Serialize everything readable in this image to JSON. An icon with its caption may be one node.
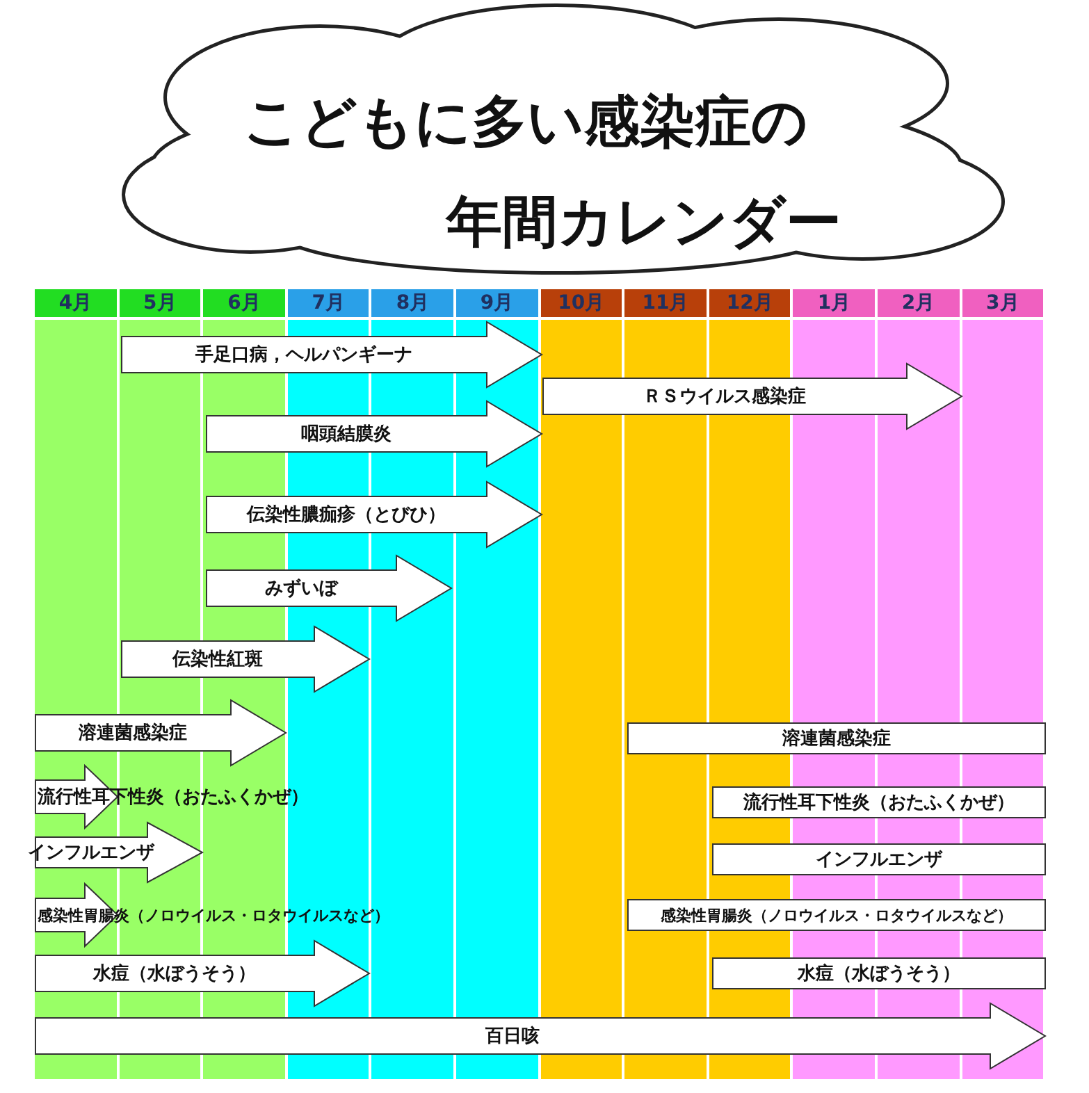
{
  "diagram": {
    "title": "こどもに多い感染症の年間カレンダー",
    "nodes": [
      {
        "text": [
          "手足口病，ヘルパンギーナ"
        ]
      },
      {
        "text": [
          "ＲＳウイルス感染症"
        ]
      },
      {
        "text": [
          "咽頭結膜炎"
        ]
      },
      {
        "text": [
          "伝染性膿痂疹（とびひ）"
        ]
      },
      {
        "text": [
          "みずいぼ"
        ]
      },
      {
        "text": [
          "伝染性紅斑"
        ]
      },
      {
        "text": [
          "溶連菌感染症"
        ]
      },
      {
        "text": [
          "溶連菌感染症"
        ]
      },
      {
        "text": [
          "流行性耳下性炎（おたふくかぜ）"
        ]
      },
      {
        "text": [
          "流行性耳下性炎（おたふくかぜ）"
        ]
      },
      {
        "text": [
          "インフルエンザ"
        ]
      },
      {
        "text": [
          "インフルエンザ"
        ]
      },
      {
        "text": [
          "感染性胃腸炎（ノロウイルス・ロタウイルスなど）"
        ]
      },
      {
        "text": [
          "感染性胃腸炎（ノロウイルス・ロタウイルスなど）"
        ]
      },
      {
        "text": [
          "水痘（水ぼうそう）"
        ]
      },
      {
        "text": [
          "水痘（水ぼうそう）"
        ]
      },
      {
        "text": [
          "百日咳"
        ]
      }
    ],
    "labels": [
      "4月",
      "5月",
      "6月",
      "7月",
      "8月",
      "9月",
      "10月",
      "11月",
      "12月",
      "1月",
      "2月",
      "3月"
    ]
  }
}
